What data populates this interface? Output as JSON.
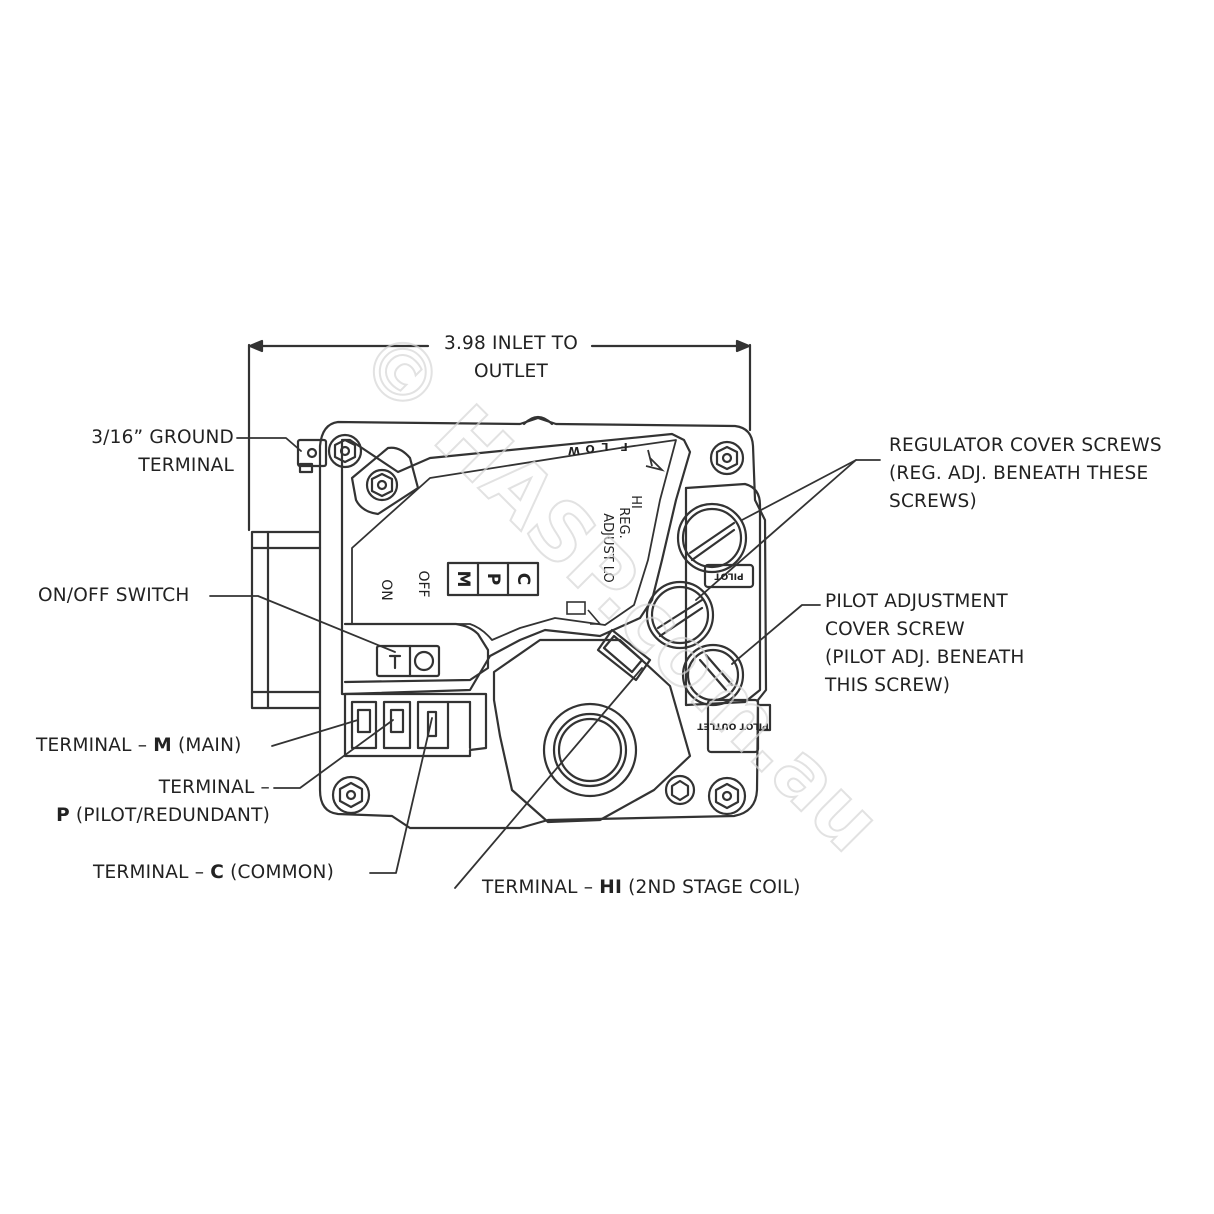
{
  "dimension": {
    "line1": "3.98 INLET TO",
    "line2": "OUTLET"
  },
  "labels": {
    "ground": {
      "line1": "3/16” GROUND",
      "line2": "TERMINAL"
    },
    "switch": "ON/OFF SWITCH",
    "term_m": {
      "pre": "TERMINAL – ",
      "bold": "M",
      "post": " (MAIN)"
    },
    "term_p": {
      "line1": "TERMINAL –",
      "bold": "P",
      "post": " (PILOT/REDUNDANT)"
    },
    "term_c": {
      "pre": "TERMINAL – ",
      "bold": "C",
      "post": " (COMMON)"
    },
    "term_hi": {
      "pre": "TERMINAL – ",
      "bold": "HI",
      "post": " (2ND STAGE COIL)"
    },
    "reg_screws": {
      "line1": "REGULATOR COVER SCREWS",
      "line2": "(REG. ADJ. BENEATH THESE",
      "line3": "SCREWS)"
    },
    "pilot_screw": {
      "line1": "PILOT ADJUSTMENT",
      "line2": "COVER SCREW",
      "line3": "(PILOT ADJ. BENEATH",
      "line4": "THIS SCREW)"
    }
  },
  "body_marks": {
    "flow": [
      "F",
      "L",
      "O",
      "W"
    ],
    "hi": "HI",
    "reg": "REG.",
    "adjust_lo": "ADJUST LO",
    "terminal_letters": [
      "C",
      "P",
      "M"
    ],
    "off": "OFF",
    "on": "ON",
    "pilot_tag": "PILOT",
    "pilot_outlet_tag": "PILOT OUTLET"
  },
  "watermark": "© HASP.com.au"
}
